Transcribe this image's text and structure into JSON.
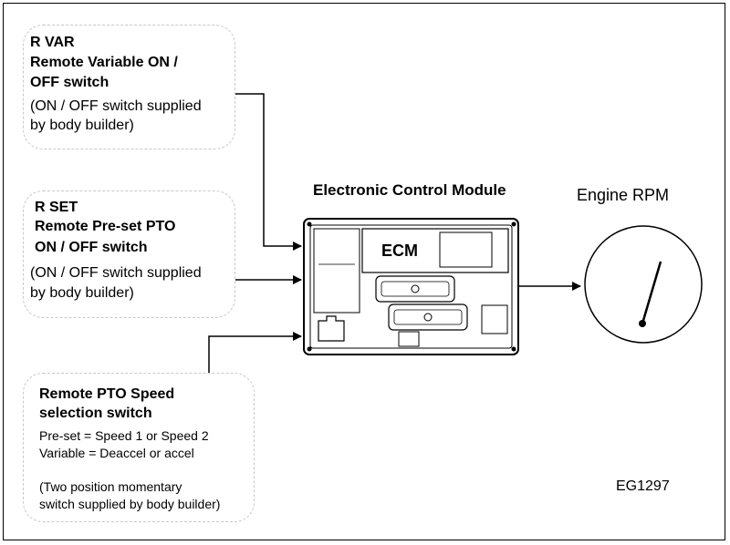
{
  "boxes": {
    "rvar": {
      "line1": "R VAR",
      "line2": "Remote Variable ON /",
      "line3": "OFF switch",
      "line4": "(ON / OFF switch supplied",
      "line5": " by body builder)"
    },
    "rset": {
      "line1": "R SET",
      "line2": "Remote Pre-set PTO",
      "line3": "ON / OFF switch",
      "line4": "(ON / OFF switch supplied",
      "line5": " by body builder)"
    },
    "pto": {
      "line1": "Remote PTO Speed",
      "line2": "selection switch",
      "line3": "Pre-set = Speed 1 or Speed 2",
      "line4": "Variable = Deaccel or accel",
      "line5": "(Two position momentary",
      "line6": "switch supplied by body builder)"
    }
  },
  "ecm": {
    "title": "Electronic Control Module",
    "label": "ECM"
  },
  "gauge": {
    "title": "Engine RPM"
  },
  "figure_id": "EG1297"
}
